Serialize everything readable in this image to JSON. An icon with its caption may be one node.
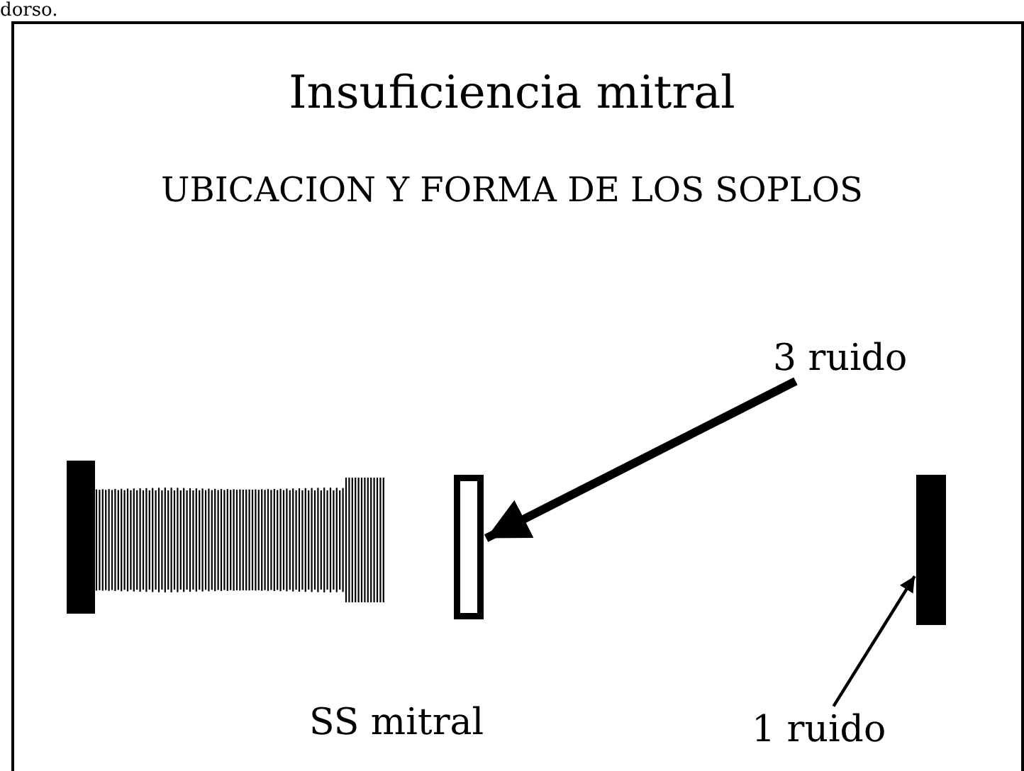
{
  "diagram": {
    "title": "Insuficiencia mitral",
    "nodes": [
      {
        "text": [],
        "shape": "bar"
      },
      {
        "text": [],
        "shape": "box",
        "beside": [
          "SS mitral"
        ]
      },
      {
        "text": [],
        "shape": "bar"
      },
      {
        "text": [],
        "shape": "bar"
      },
      {
        "text": [
          "3 ruido"
        ]
      },
      {
        "text": [
          "1 ruido"
        ]
      }
    ],
    "edges": [
      {
        "from": 4,
        "to": 2,
        "arrow": "to",
        "style": "thick"
      },
      {
        "from": 5,
        "to": 3,
        "arrow": "to"
      }
    ],
    "labels": [
      "dorso.",
      "UBICACION Y FORMA DE LOS SOPLOS"
    ]
  }
}
